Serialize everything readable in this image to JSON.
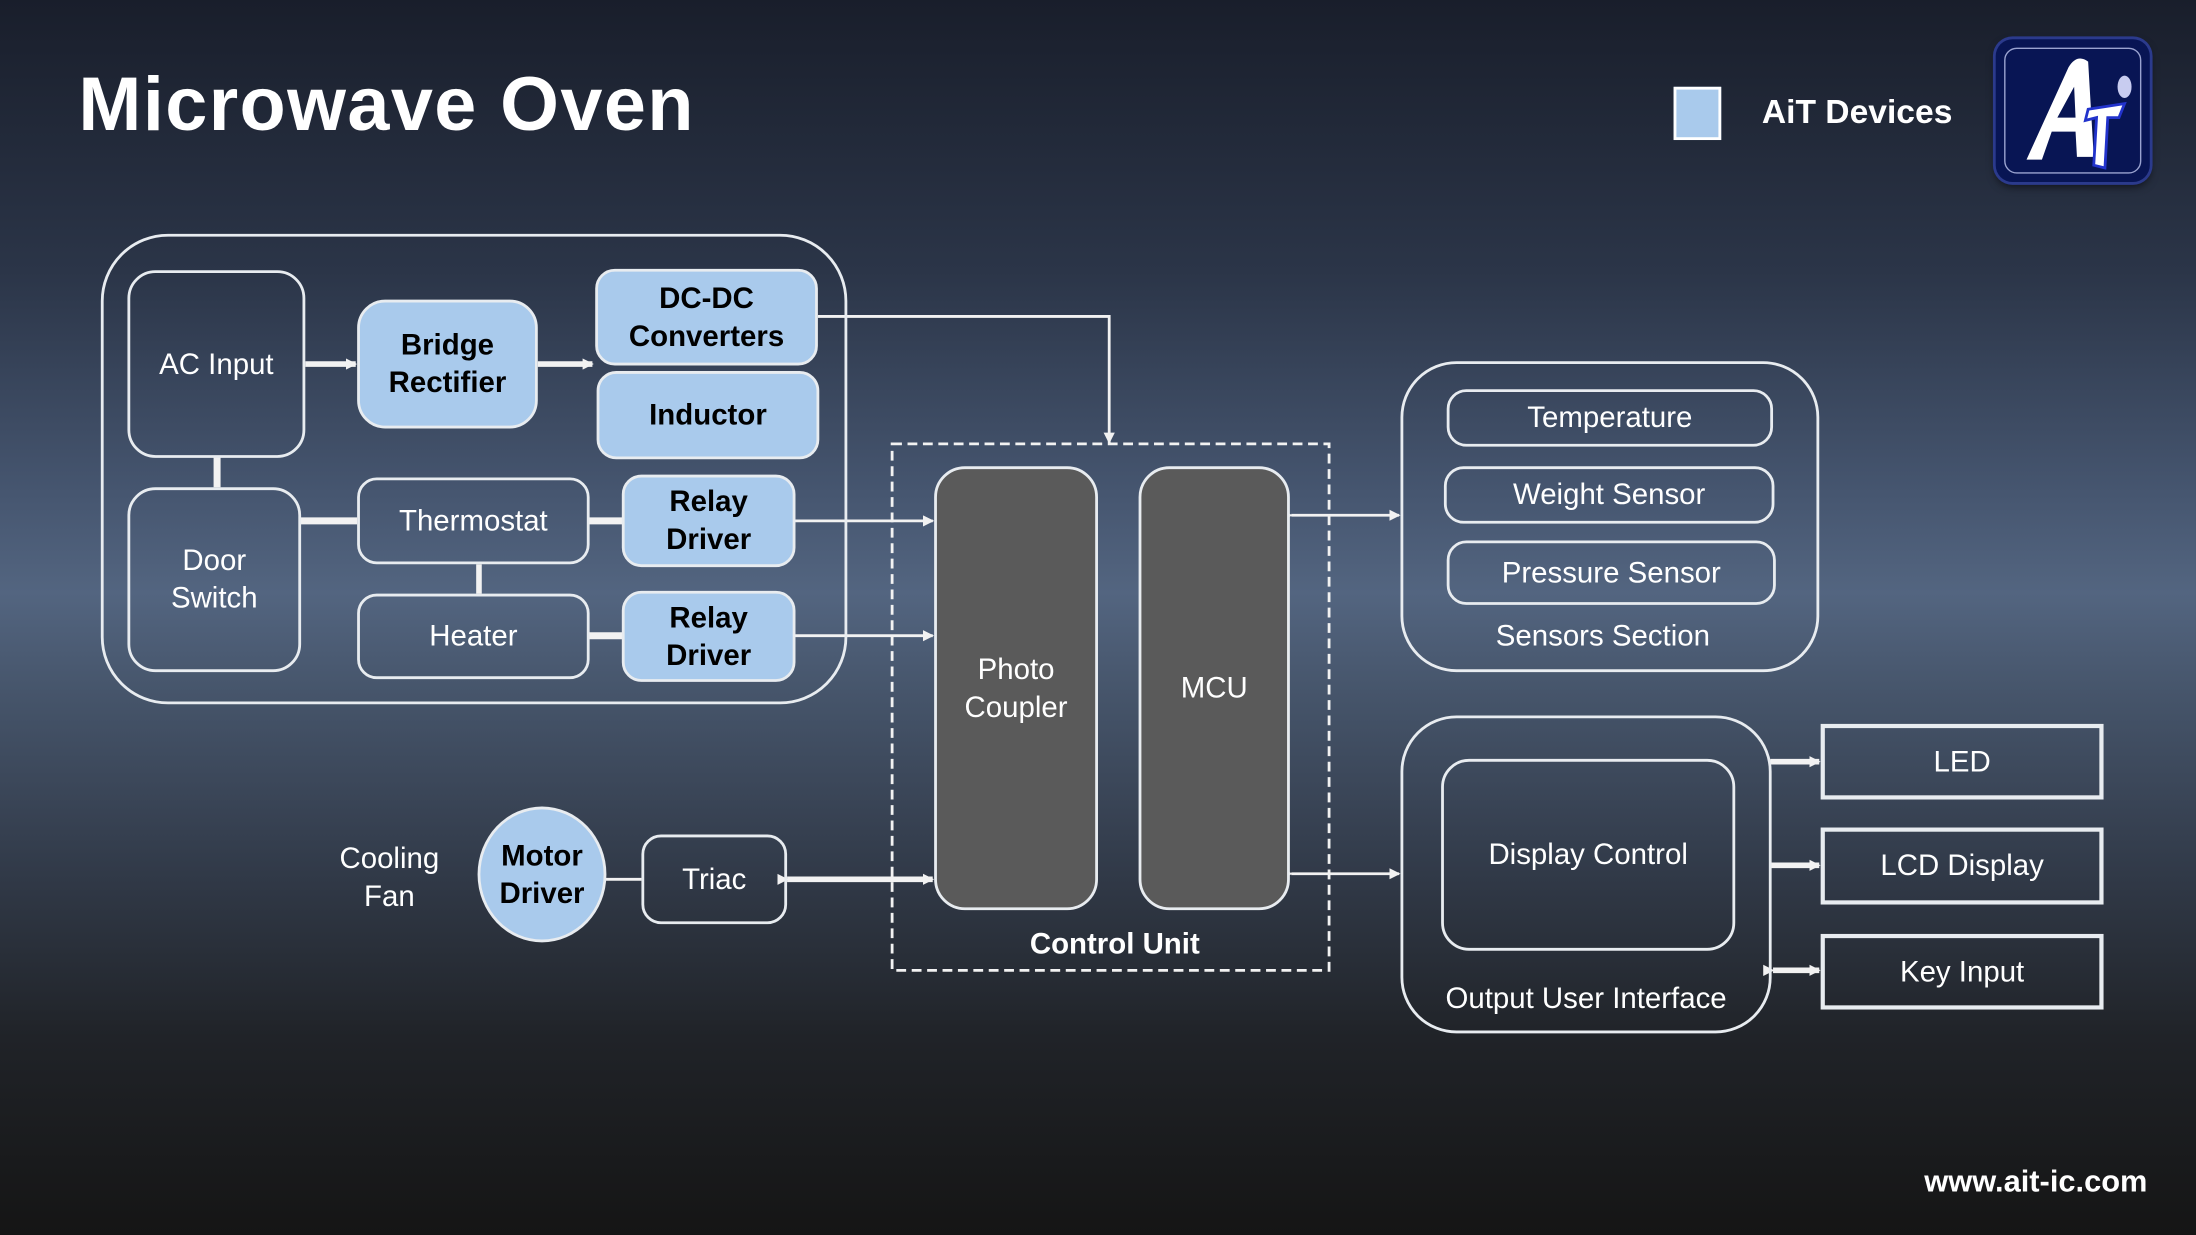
{
  "header": {
    "title": "Microwave Oven",
    "legend": {
      "label": "AiT Devices",
      "swatch_color": "#a9caec"
    },
    "logo": {
      "text": "Ai",
      "name": "AiT logo"
    }
  },
  "power_section": {
    "ac_input": "AC Input",
    "bridge_rectifier": "Bridge\nRectifier",
    "dc_dc_converters": "DC-DC\nConverters",
    "inductor": "Inductor",
    "door_switch": "Door\nSwitch",
    "thermostat": "Thermostat",
    "heater": "Heater",
    "relay_driver_1": "Relay\nDriver",
    "relay_driver_2": "Relay\nDriver"
  },
  "fan_section": {
    "cooling_fan": "Cooling\nFan",
    "motor_driver": "Motor\nDriver",
    "triac": "Triac"
  },
  "control_unit": {
    "label": "Control Unit",
    "photo_coupler": "Photo\nCoupler",
    "mcu": "MCU"
  },
  "sensors_section": {
    "label": "Sensors Section",
    "items": [
      "Temperature",
      "Weight Sensor",
      "Pressure Sensor"
    ]
  },
  "output_ui": {
    "label": "Output User Interface",
    "display_control": "Display Control",
    "outputs": [
      "LED",
      "LCD Display",
      "Key Input"
    ]
  },
  "footer": {
    "url": "www.ait-ic.com"
  },
  "colors": {
    "ait_device_fill": "#a9caec",
    "mcu_fill": "#5a5a5a",
    "line": "#e8ecf0"
  }
}
